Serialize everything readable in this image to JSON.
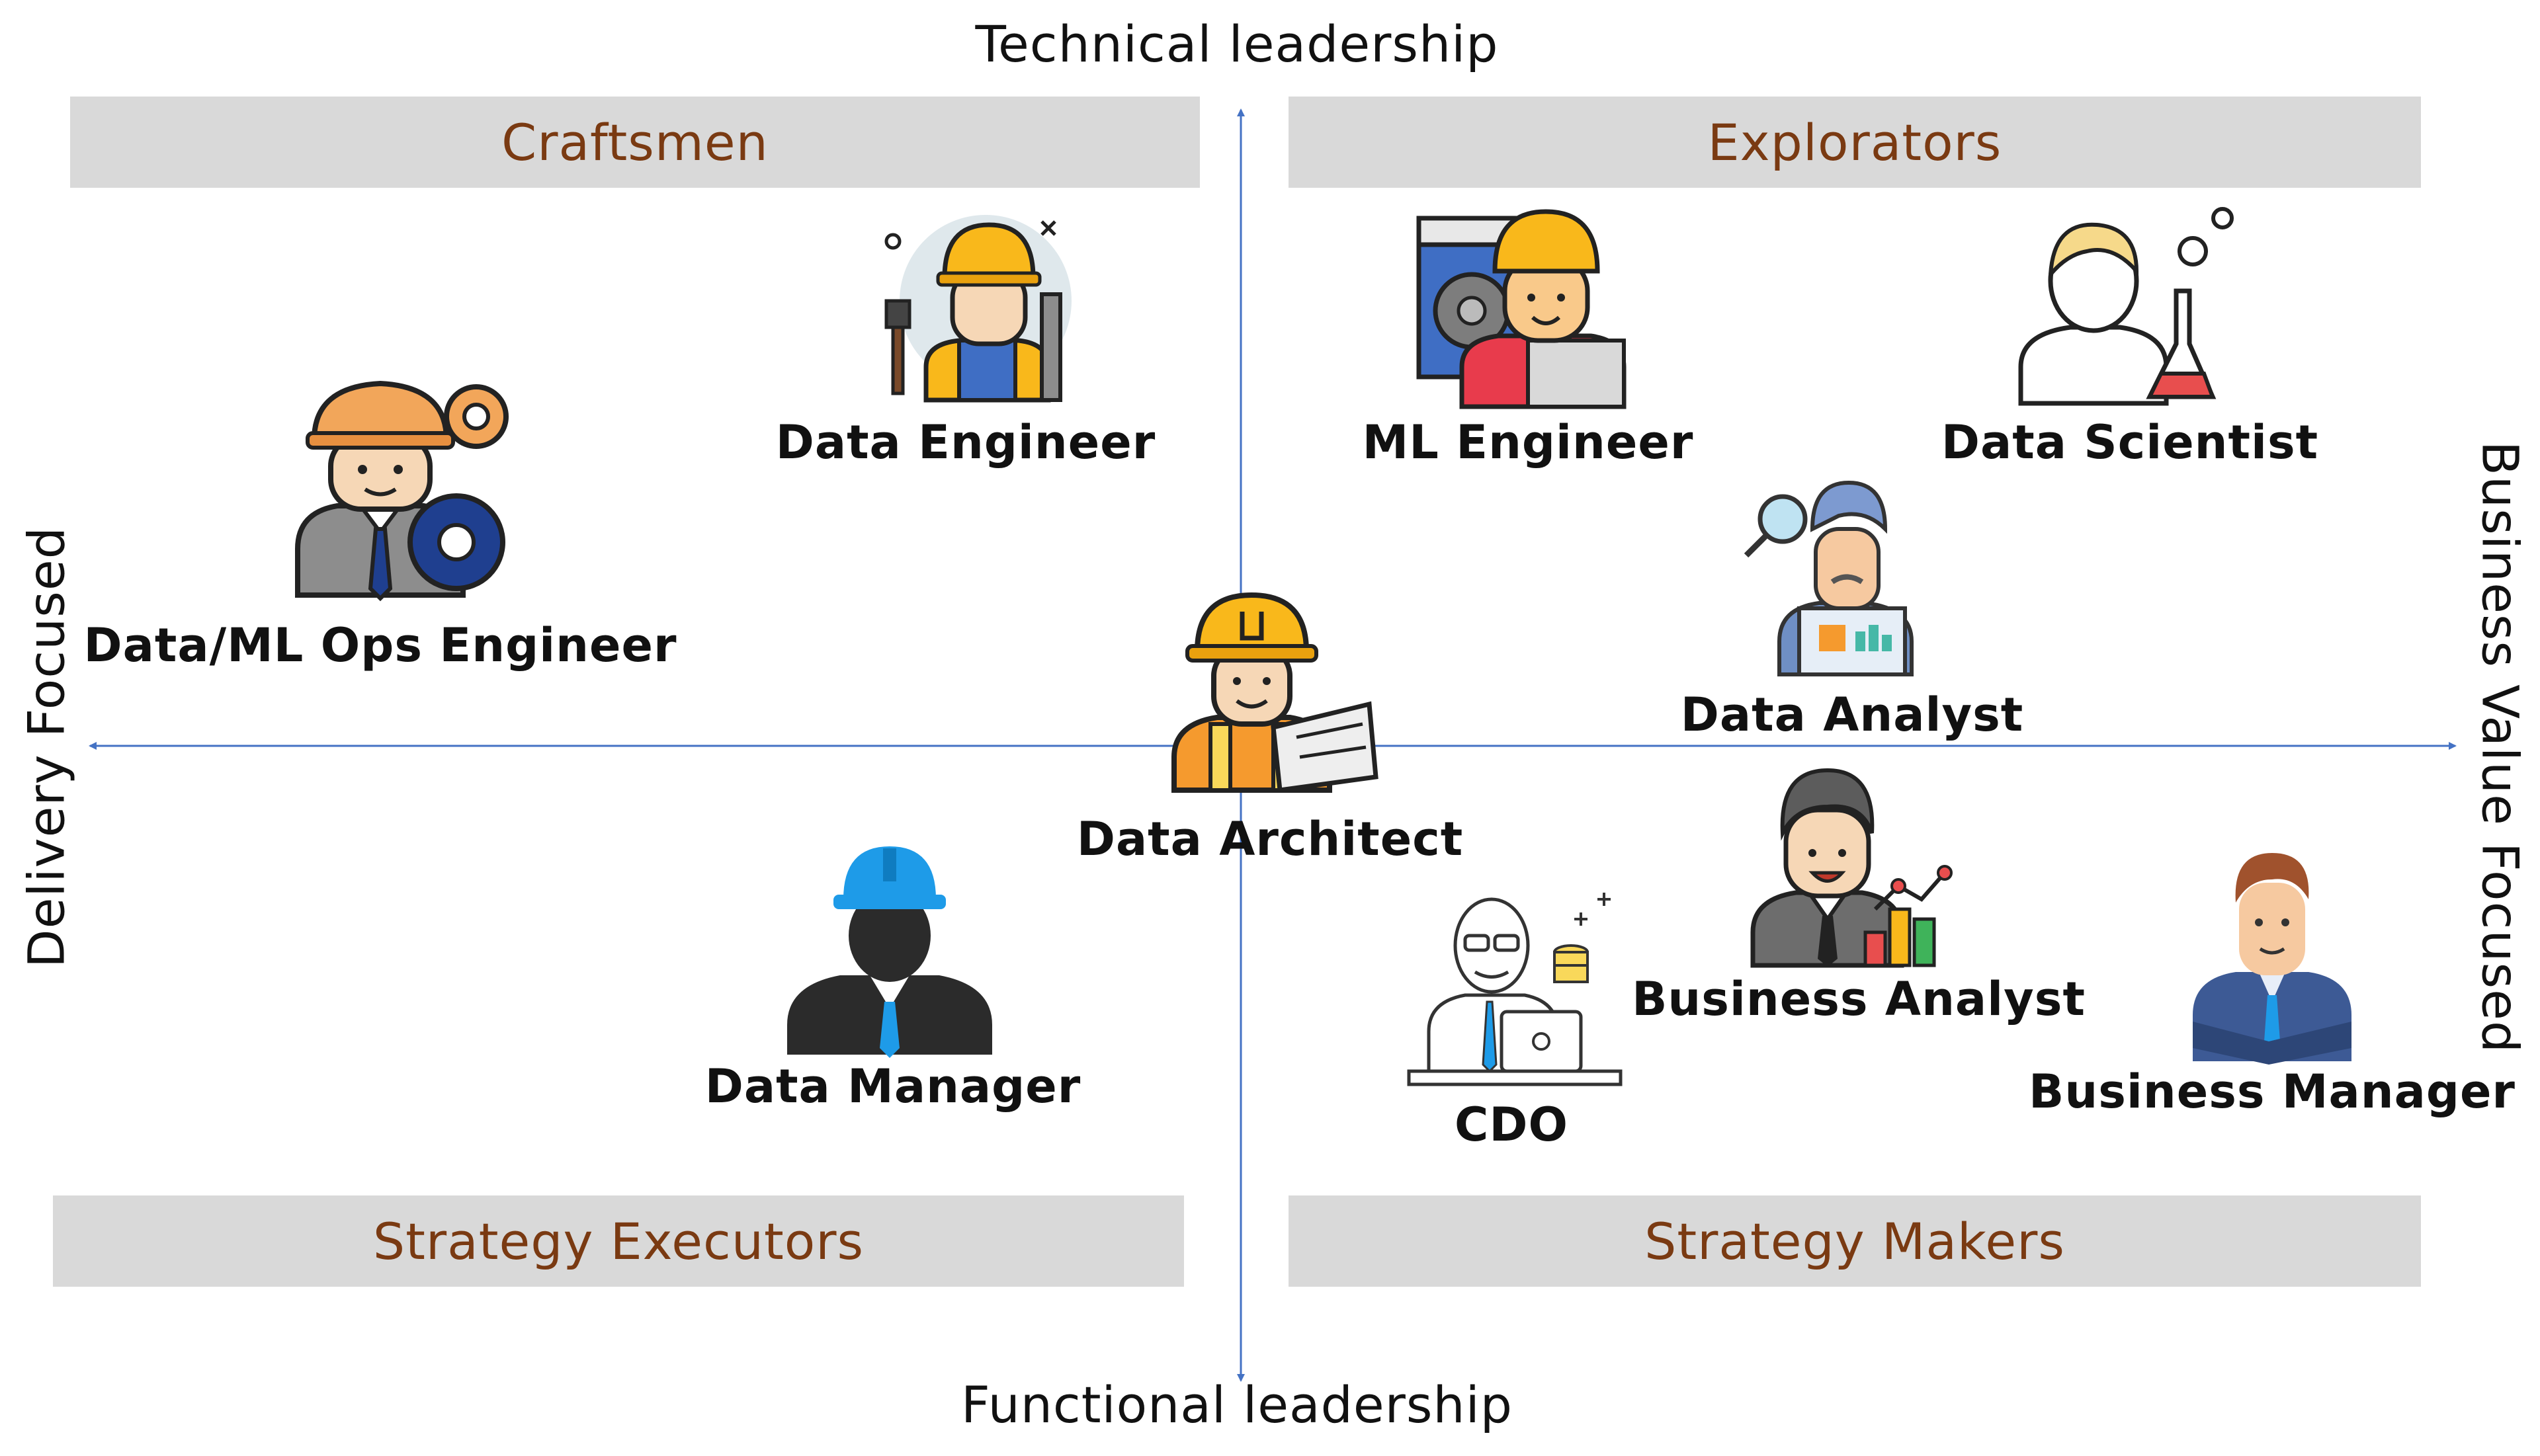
{
  "axes": {
    "top": "Technical leadership",
    "bottom": "Functional leadership",
    "left": "Delivery Focused",
    "right": "Business Value Focused"
  },
  "quadrants": {
    "top_left": "Craftsmen",
    "top_right": "Explorators",
    "bottom_left": "Strategy Executors",
    "bottom_right": "Strategy Makers"
  },
  "roles": {
    "data_engineer": "Data Engineer",
    "data_ml_ops_engineer": "Data/ML Ops Engineer",
    "ml_engineer": "ML Engineer",
    "data_scientist": "Data Scientist",
    "data_analyst": "Data Analyst",
    "data_architect": "Data Architect",
    "data_manager": "Data Manager",
    "business_analyst": "Business Analyst",
    "cdo": "CDO",
    "business_manager": "Business Manager"
  },
  "colors": {
    "axis_line": "#4472c4",
    "banner_fill": "#d9d9d9",
    "banner_text": "#7a3a12",
    "helmet_yellow": "#f9b81b",
    "helmet_orange": "#f2a65a",
    "helmet_blue": "#1e9be8"
  }
}
